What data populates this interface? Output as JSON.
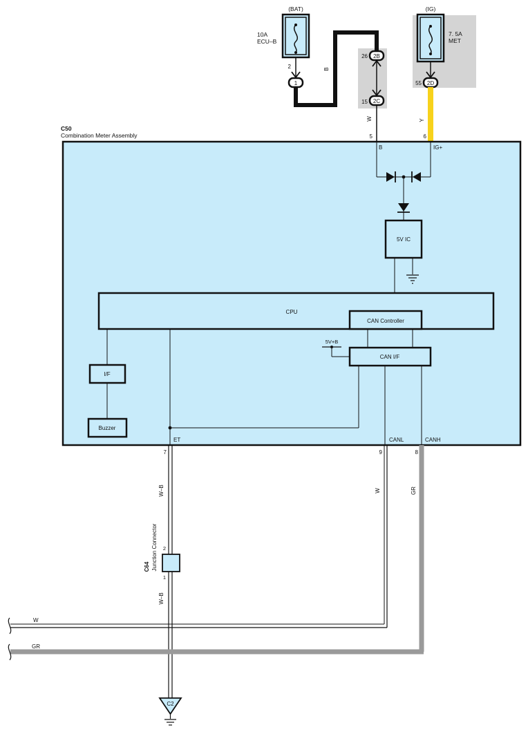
{
  "fuses": {
    "bat": {
      "supply": "(BAT)",
      "rating": "10A",
      "name": "ECU–B"
    },
    "ig": {
      "supply": "(IG)",
      "rating": "7. 5A",
      "name": "MET"
    }
  },
  "connectors": {
    "c1": {
      "label": "1",
      "pin": "2"
    },
    "c2B": {
      "label": "2B",
      "pin": "26"
    },
    "c2C": {
      "label": "2C",
      "pin": "15"
    },
    "c2D": {
      "label": "2D",
      "pin": "55"
    }
  },
  "wire_colors": {
    "bat_to_2b": "B",
    "meter_b": "W",
    "meter_ig": "Y",
    "et_top": "W–B",
    "et_bottom": "W–B",
    "canl": "W",
    "canh": "GR",
    "bus_w": "W",
    "bus_gr": "GR"
  },
  "assembly": {
    "code": "C50",
    "name": "Combination Meter Assembly",
    "pins": {
      "b": {
        "num": "5",
        "name": "B"
      },
      "ig": {
        "num": "6",
        "name": "IG+"
      },
      "et": {
        "num": "7",
        "name": "ET"
      },
      "canl": {
        "num": "9",
        "name": "CANL"
      },
      "canh": {
        "num": "8",
        "name": "CANH"
      }
    },
    "blocks": {
      "ic": "5V IC",
      "cpu": "CPU",
      "can_controller": "CAN Controller",
      "can_if": "CAN I/F",
      "if": "I/F",
      "buzzer": "Buzzer",
      "supply": "5V+B"
    }
  },
  "junction": {
    "code": "C64",
    "name": "Junction Connector",
    "pin_top": "2",
    "pin_bottom": "1"
  },
  "ground": {
    "label": "C2"
  },
  "colors": {
    "assembly_fill": "#c8ebfa",
    "connector_area": "#d4d4d4",
    "wire_y": "#f7d21c",
    "wire_gr": "#9a9a9a",
    "junction_fill": "#c8ebfa"
  }
}
